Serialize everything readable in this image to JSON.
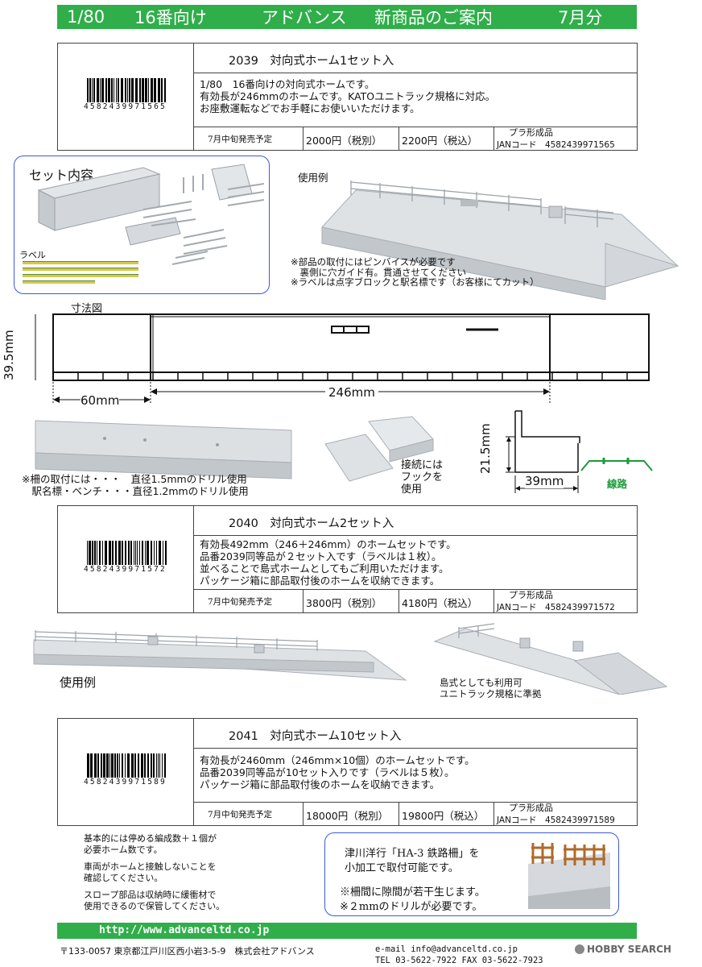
{
  "header": {
    "scale": "1/80",
    "gauge": "16番向け",
    "brand": "アドバンス",
    "title": "新商品のご案内",
    "month": "7月分",
    "color": "#2fae4a"
  },
  "products": [
    {
      "code_title": "2039　対向式ホーム1セット入",
      "barcode": "4582439971565",
      "desc": [
        "1/80　16番向けの対向式ホームです。",
        "有効長が246mmのホームです。KATOユニトラック規格に対応。",
        "お座敷運転などでお手軽にお使いいただけます。"
      ],
      "release": "7月中旬発売予定",
      "price_ex": "2000円（税別）",
      "price_in": "2200円（税込）",
      "kind": "プラ形成品",
      "jan": "JANコード　4582439971565"
    },
    {
      "code_title": "2040　対向式ホーム2セット入",
      "barcode": "4582439971572",
      "desc": [
        "有効長492mm（246＋246mm）のホームセットです。",
        "品番2039同等品が２セット入です（ラベルは１枚）。",
        "並べることで島式ホームとしてもご利用いただけます。",
        "パッケージ箱に部品取付後のホームを収納できます。"
      ],
      "release": "7月中旬発売予定",
      "price_ex": "3800円（税別）",
      "price_in": "4180円（税込）",
      "kind": "プラ形成品",
      "jan": "JANコード　4582439971572"
    },
    {
      "code_title": "2041　対向式ホーム10セット入",
      "barcode": "4582439971589",
      "desc": [
        "有効長が2460mm（246mm×10個）のホームセットです。",
        "品番2039同等品が10セット入りです（ラベルは５枚）。",
        "パッケージ箱に部品取付後のホームを収納できます。"
      ],
      "release": "7月中旬発売予定",
      "price_ex": "18000円（税別）",
      "price_in": "19800円（税込）",
      "kind": "プラ形成品",
      "jan": "JANコード　4582439971589"
    }
  ],
  "set_box": {
    "title": "セット内容",
    "label_title": "ラベル",
    "border_color": "#3b5bd6"
  },
  "usage1": {
    "title": "使用例",
    "notes": [
      "※部品の取付にはピンバイスが必要です",
      "　裏側に穴ガイド有。貫通させてください",
      "※ラベルは点字ブロックと駅名標です（お客様にてカット）"
    ]
  },
  "dimension": {
    "title": "寸法図",
    "height": "39.5mm",
    "end_length": "60mm",
    "main_length": "246mm"
  },
  "drill_notes": [
    "※柵の取付には・・・　直径1.5mmのドリル使用",
    "　駅名標・ベンチ・・・直径1.2mmのドリル使用"
  ],
  "joint_note": [
    "接続には",
    "フックを",
    "使用"
  ],
  "section": {
    "height": "21.5mm",
    "width": "39mm",
    "track": "線路",
    "track_color": "#1b9a3a"
  },
  "usage2": {
    "title": "使用例",
    "notes": [
      "島式としても利用可",
      "ユニトラック規格に準拠"
    ]
  },
  "advice": [
    "基本的には停める編成数＋１個が",
    "必要ホーム数です。",
    "",
    "車両がホームと接触しないことを",
    "確認してください。",
    "",
    "スロープ部品は収納時に緩衝材で",
    "使用できるので保管してください。"
  ],
  "fence_box": {
    "lines": [
      "津川洋行「HA-3 鉄路柵」を",
      "小加工で取付可能です。",
      "",
      "※柵間に隙間が若干生じます。",
      "※２mmのドリルが必要です。"
    ],
    "border_color": "#3b5bd6"
  },
  "url_bar": {
    "url": "http://www.advanceltd.co.jp"
  },
  "footer": {
    "address": "〒133-0057 東京都江戸川区西小岩3-5-9　株式会社アドバンス",
    "email": "e-mail info@advanceltd.co.jp",
    "tel": "TEL 03-5622-7922 FAX 03-5622-7923",
    "watermark": "HOBBY SEARCH"
  }
}
